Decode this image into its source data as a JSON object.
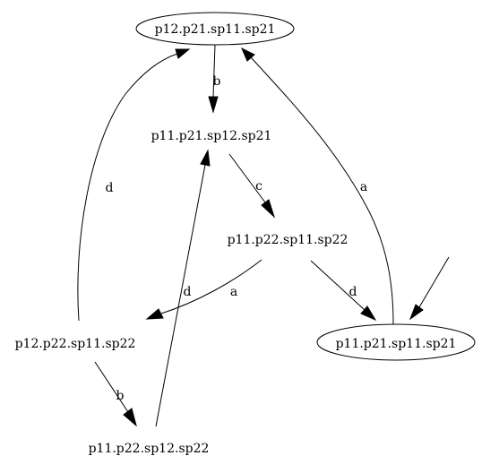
{
  "diagram": {
    "colors": {
      "stroke": "#000000",
      "text": "#000000",
      "background": "#ffffff"
    },
    "nodes": [
      {
        "id": "n1",
        "label": "p12.p21.sp11.sp21",
        "shape": "ellipse"
      },
      {
        "id": "n2",
        "label": "p11.p21.sp12.sp21",
        "shape": "plaintext"
      },
      {
        "id": "n3",
        "label": "p11.p22.sp11.sp22",
        "shape": "plaintext"
      },
      {
        "id": "n4",
        "label": "p12.p22.sp11.sp22",
        "shape": "plaintext"
      },
      {
        "id": "n5",
        "label": "p11.p21.sp11.sp21",
        "shape": "ellipse"
      },
      {
        "id": "n6",
        "label": "p11.p22.sp12.sp22",
        "shape": "plaintext"
      }
    ],
    "edges": [
      {
        "id": "e1",
        "from": "n1",
        "to": "n2",
        "label": "b"
      },
      {
        "id": "e2",
        "from": "n2",
        "to": "n3",
        "label": "c"
      },
      {
        "id": "e3",
        "from": "n3",
        "to": "n4",
        "label": "a"
      },
      {
        "id": "e4",
        "from": "n3",
        "to": "n5",
        "label": "d"
      },
      {
        "id": "e5",
        "from": "n4",
        "to": "n1",
        "label": "d"
      },
      {
        "id": "e6",
        "from": "n5",
        "to": "n1",
        "label": "a"
      },
      {
        "id": "e7",
        "from": "n4",
        "to": "n6",
        "label": "b"
      },
      {
        "id": "e8",
        "from": "n6",
        "to": "n2",
        "label": "d"
      },
      {
        "id": "e9",
        "from": "start",
        "to": "n5",
        "label": ""
      }
    ]
  }
}
